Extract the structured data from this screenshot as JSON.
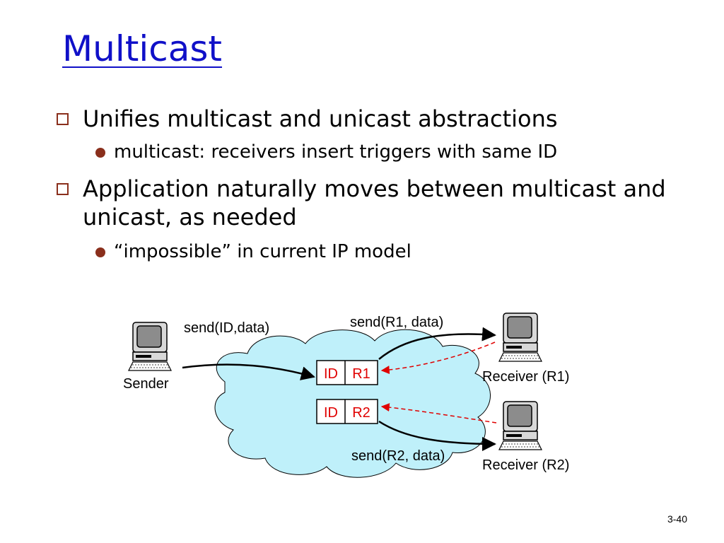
{
  "slide": {
    "title": "Multicast",
    "page_number": "3-40"
  },
  "bullets": [
    {
      "text": "Unifies multicast and unicast abstractions"
    },
    {
      "text": "multicast: receivers insert triggers with same ID"
    },
    {
      "text": "Application naturally moves between multicast and unicast, as needed"
    },
    {
      "text": "“impossible” in current IP model"
    }
  ],
  "diagram": {
    "sender_label": "Sender",
    "receiver1_label": "Receiver (R1)",
    "receiver2_label": "Receiver (R2)",
    "send_id_label": "send(ID,data)",
    "send_r1_label": "send(R1, data)",
    "send_r2_label": "send(R2, data)",
    "trigger1": {
      "id": "ID",
      "addr": "R1"
    },
    "trigger2": {
      "id": "ID",
      "addr": "R2"
    },
    "colors": {
      "cloud_fill": "#bff0fa",
      "trigger_text": "#e00000",
      "dashed_arrow": "#e00000",
      "title": "#1010c8"
    }
  }
}
